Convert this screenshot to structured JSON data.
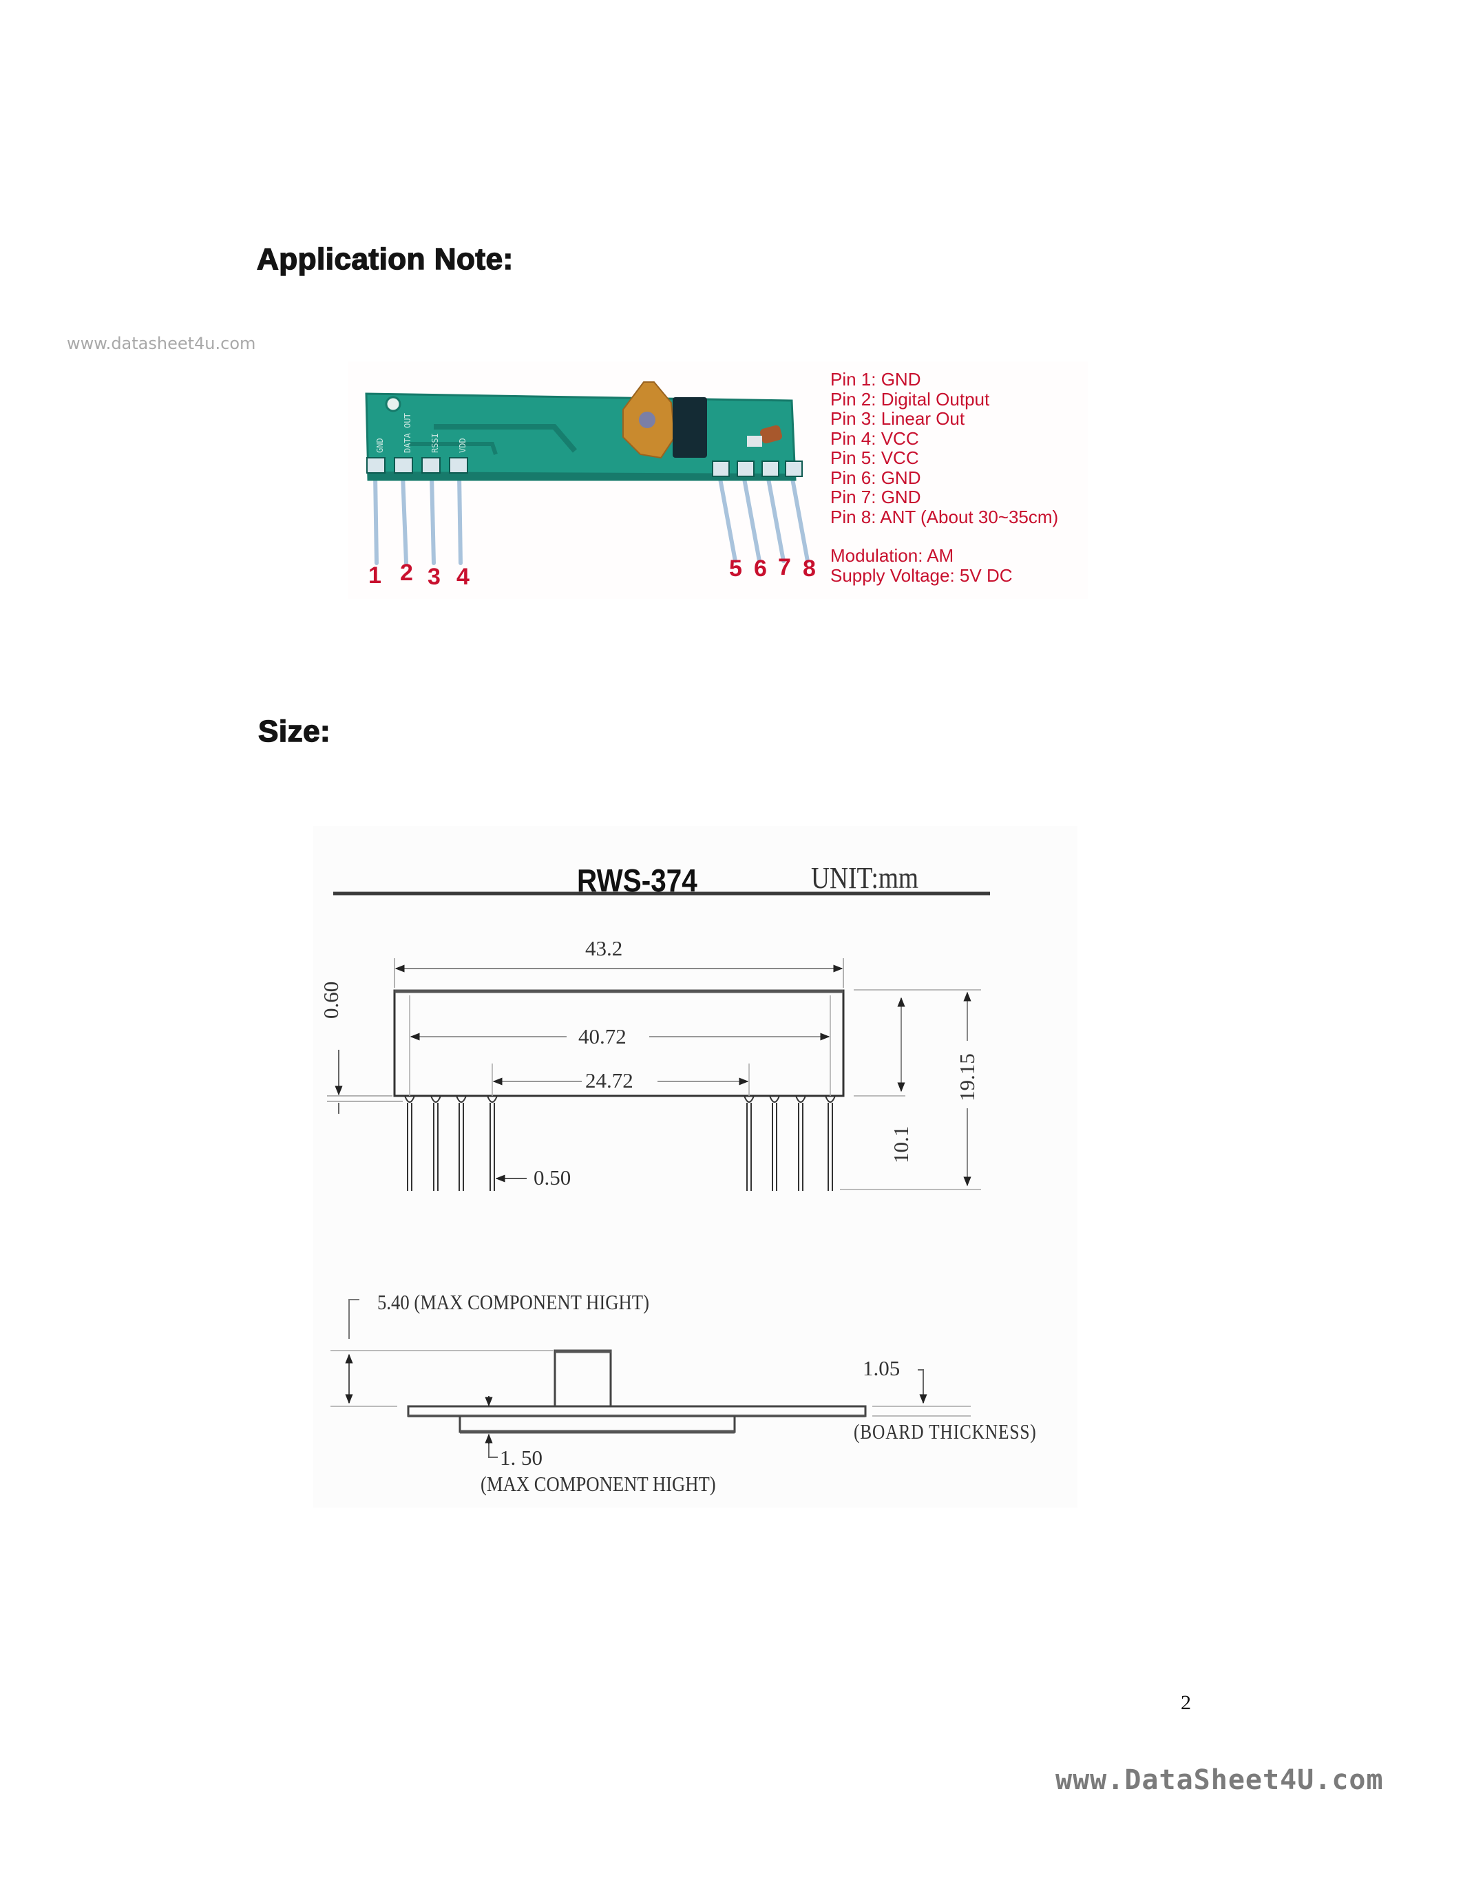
{
  "page": {
    "watermark_top": "www.datasheet4u.com",
    "watermark_bottom": "www.DataSheet4U.com",
    "page_number": "2"
  },
  "application_note": {
    "heading": "Application Note:",
    "photo": {
      "pcb_silk_labels": [
        "GND",
        "DATA OUT",
        "RSSI",
        "VDD"
      ],
      "pin_numbers": [
        "1",
        "2",
        "3",
        "4",
        "5",
        "6",
        "7",
        "8"
      ]
    },
    "pin_list": [
      "Pin 1: GND",
      "Pin 2: Digital Output",
      "Pin 3: Linear Out",
      "Pin 4: VCC",
      "Pin 5: VCC",
      "Pin 6: GND",
      "Pin 7: GND",
      "Pin 8: ANT (About 30~35cm)"
    ],
    "modulation": "Modulation: AM",
    "supply_voltage": "Supply Voltage: 5V DC",
    "text_color": "#c8102e",
    "pcb_color": "#1f9a86"
  },
  "size": {
    "heading": "Size:",
    "drawing": {
      "model": "RWS-374",
      "unit": "UNIT:mm",
      "front_view": {
        "overall_length": "43.2",
        "outer_pin_span": "40.72",
        "inner_pin_span": "24.72",
        "pin_offset": "0.60",
        "pin_diameter": "0.50",
        "board_height": "10.1",
        "total_height": "19.15"
      },
      "side_view": {
        "top_component": "5.40 (MAX COMPONENT HIGHT)",
        "board_thickness_value": "1.05",
        "board_thickness_label": "(BOARD THICKNESS)",
        "bottom_component_value": "1. 50",
        "bottom_component_label": "(MAX COMPONENT HIGHT)"
      }
    }
  }
}
